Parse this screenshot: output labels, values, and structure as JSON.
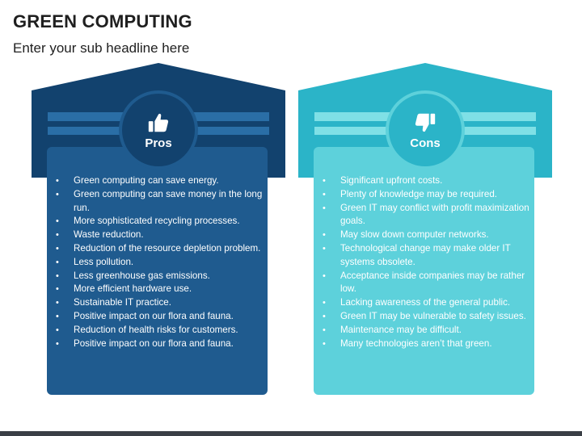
{
  "header": {
    "title": "GREEN COMPUTING",
    "subtitle": "Enter your sub headline here"
  },
  "colors": {
    "pros_roof": "#12426e",
    "pros_card": "#1f5b8f",
    "pros_stripe": "#2a6ea6",
    "cons_roof": "#2bb4c8",
    "cons_card": "#5dd1db",
    "cons_stripe": "#7fe0e6",
    "bottom_bar": "#3a3f46"
  },
  "pros": {
    "icon": "thumbs-up-icon",
    "label": "Pros",
    "items": [
      "Green computing can save energy.",
      "Green computing can save money in the long run.",
      "More sophisticated recycling processes.",
      "Waste reduction.",
      "Reduction of the resource depletion problem.",
      "Less pollution.",
      "Less greenhouse gas emissions.",
      "More efficient hardware use.",
      "Sustainable IT practice.",
      "Positive impact on our flora and fauna.",
      "Reduction of health risks for customers.",
      "Positive impact on our flora and fauna."
    ]
  },
  "cons": {
    "icon": "thumbs-down-icon",
    "label": "Cons",
    "items": [
      "Significant upfront costs.",
      "Plenty of knowledge may be required.",
      "Green IT may conflict with profit maximization goals.",
      "May slow down computer networks.",
      "Technological change may make older IT systems obsolete.",
      "Acceptance inside companies may be rather low.",
      "Lacking awareness of the general public.",
      "Green IT may be vulnerable to safety issues.",
      "Maintenance may be difficult.",
      "Many technologies aren’t that green."
    ]
  }
}
